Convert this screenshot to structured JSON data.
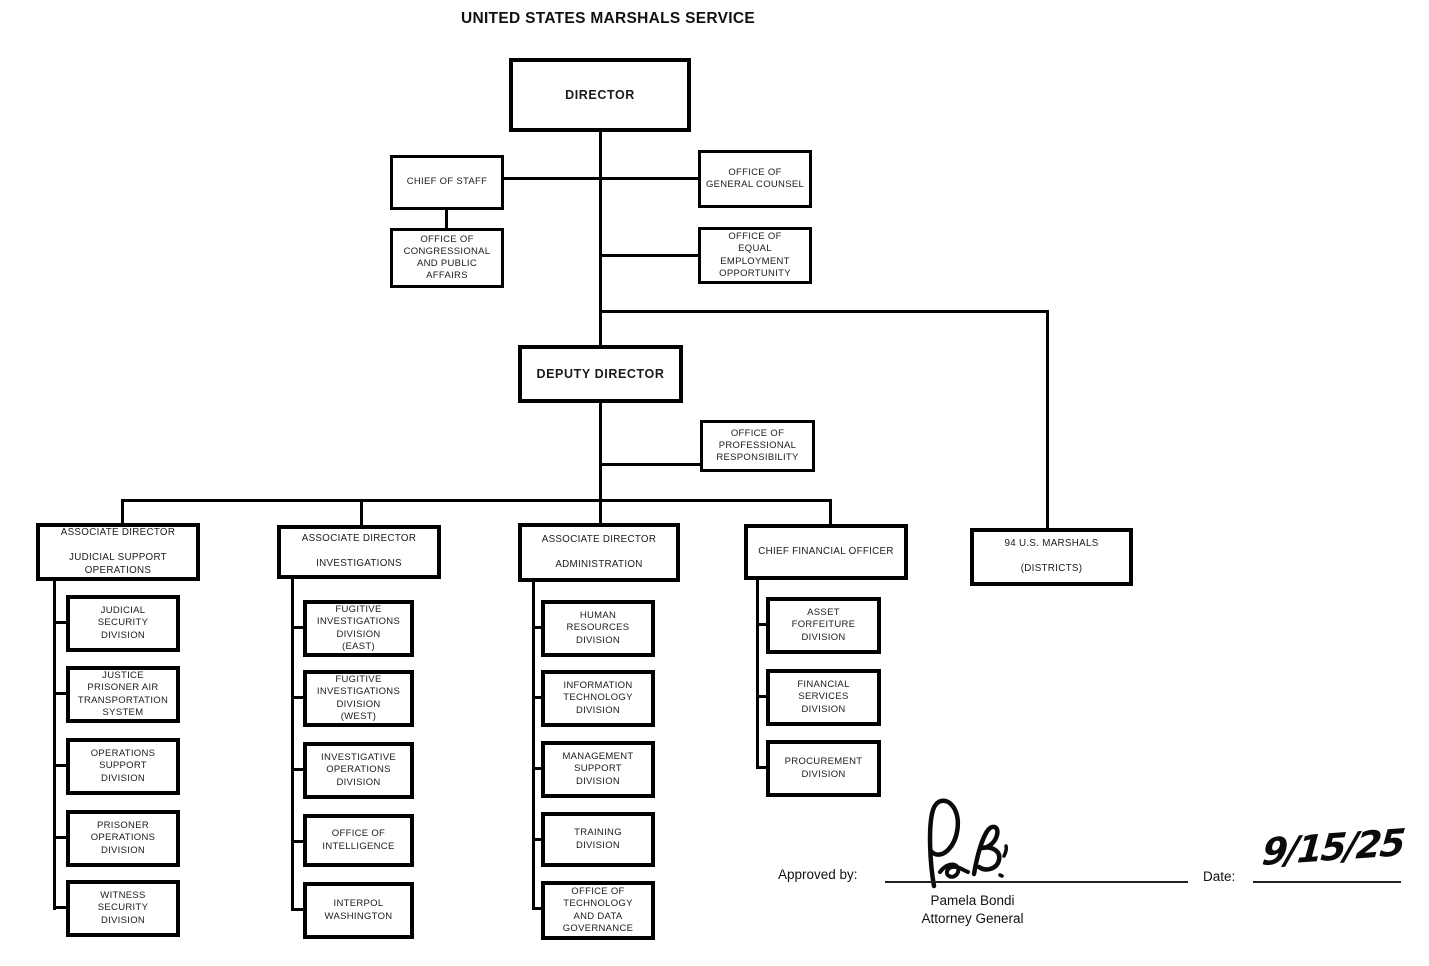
{
  "title": "UNITED STATES MARSHALS SERVICE",
  "accent_color": "#000000",
  "nodes": {
    "director": "DIRECTOR",
    "chief_of_staff": "CHIEF OF STAFF",
    "general_counsel": "OFFICE OF\nGENERAL COUNSEL",
    "congressional_public_affairs": "OFFICE OF\nCONGRESSIONAL\nAND PUBLIC\nAFFAIRS",
    "equal_employment": "OFFICE OF\nEQUAL\nEMPLOYMENT\nOPPORTUNITY",
    "deputy_director": "DEPUTY DIRECTOR",
    "professional_responsibility": "OFFICE OF\nPROFESSIONAL\nRESPONSIBILITY",
    "ad_judicial_support": "ASSOCIATE DIRECTOR\n\nJUDICIAL SUPPORT\nOPERATIONS",
    "ad_investigations": "ASSOCIATE DIRECTOR\n\nINVESTIGATIONS",
    "ad_administration": "ASSOCIATE DIRECTOR\n\nADMINISTRATION",
    "cfo": "CHIEF FINANCIAL OFFICER",
    "districts": "94 U.S. MARSHALS\n\n(DISTRICTS)"
  },
  "divisions": {
    "judicial_support": [
      "JUDICIAL\nSECURITY\nDIVISION",
      "JUSTICE\nPRISONER AIR\nTRANSPORTATION\nSYSTEM",
      "OPERATIONS\nSUPPORT\nDIVISION",
      "PRISONER\nOPERATIONS\nDIVISION",
      "WITNESS\nSECURITY\nDIVISION"
    ],
    "investigations": [
      "FUGITIVE\nINVESTIGATIONS\nDIVISION\n(EAST)",
      "FUGITIVE\nINVESTIGATIONS\nDIVISION\n(WEST)",
      "INVESTIGATIVE\nOPERATIONS\nDIVISION",
      "OFFICE OF\nINTELLIGENCE",
      "INTERPOL\nWASHINGTON"
    ],
    "administration": [
      "HUMAN\nRESOURCES\nDIVISION",
      "INFORMATION\nTECHNOLOGY\nDIVISION",
      "MANAGEMENT\nSUPPORT\nDIVISION",
      "TRAINING\nDIVISION",
      "OFFICE OF\nTECHNOLOGY\nAND DATA\nGOVERNANCE"
    ],
    "financial": [
      "ASSET\nFORFEITURE\nDIVISION",
      "FINANCIAL\nSERVICES\nDIVISION",
      "PROCUREMENT\nDIVISION"
    ]
  },
  "footer": {
    "approved_by_label": "Approved by:",
    "signer_name": "Pamela Bondi",
    "signer_title": "Attorney General",
    "date_label": "Date:",
    "date_value": "9/15/25"
  }
}
